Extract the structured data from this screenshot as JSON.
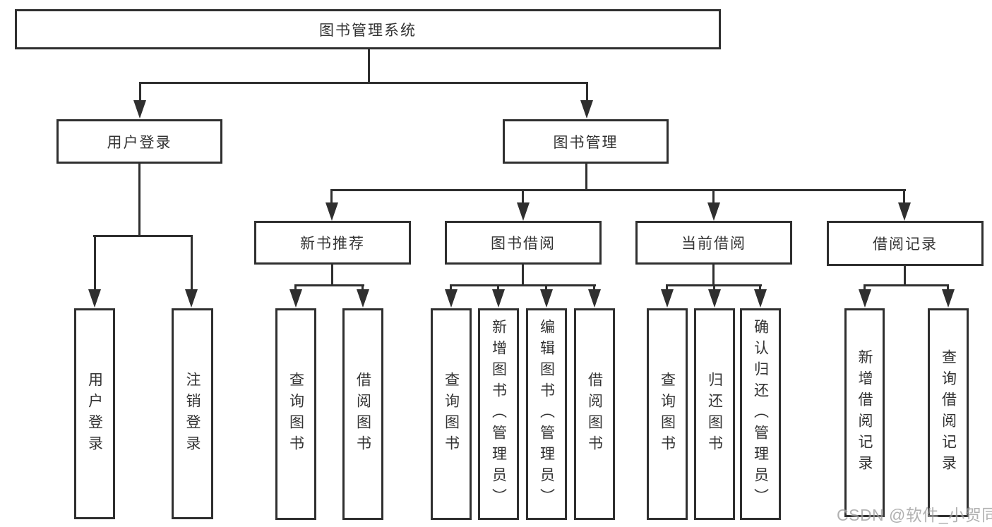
{
  "palette": {
    "line_color": "#2f2f2f",
    "text_color": "#333333",
    "background": "#ffffff",
    "watermark_color": "#9e9e9e"
  },
  "tree": {
    "root": {
      "label": "图书管理系统"
    },
    "branches": [
      {
        "label": "用户登录",
        "children": [
          {
            "label": "用户登录"
          },
          {
            "label": "注销登录"
          }
        ]
      },
      {
        "label": "图书管理",
        "sections": [
          {
            "label": "新书推荐",
            "children": [
              {
                "label": "查询图书"
              },
              {
                "label": "借阅图书"
              }
            ]
          },
          {
            "label": "图书借阅",
            "children": [
              {
                "label": "查询图书"
              },
              {
                "label": "新增图书（管理员）"
              },
              {
                "label": "编辑图书（管理员）"
              },
              {
                "label": "借阅图书"
              }
            ]
          },
          {
            "label": "当前借阅",
            "children": [
              {
                "label": "查询图书"
              },
              {
                "label": "归还图书"
              },
              {
                "label": "确认归还（管理员）"
              }
            ]
          },
          {
            "label": "借阅记录",
            "children": [
              {
                "label": "新增借阅记录"
              },
              {
                "label": "查询借阅记录"
              }
            ]
          }
        ]
      }
    ]
  },
  "watermark": {
    "text": "CSDN @软件_小贺同学"
  }
}
